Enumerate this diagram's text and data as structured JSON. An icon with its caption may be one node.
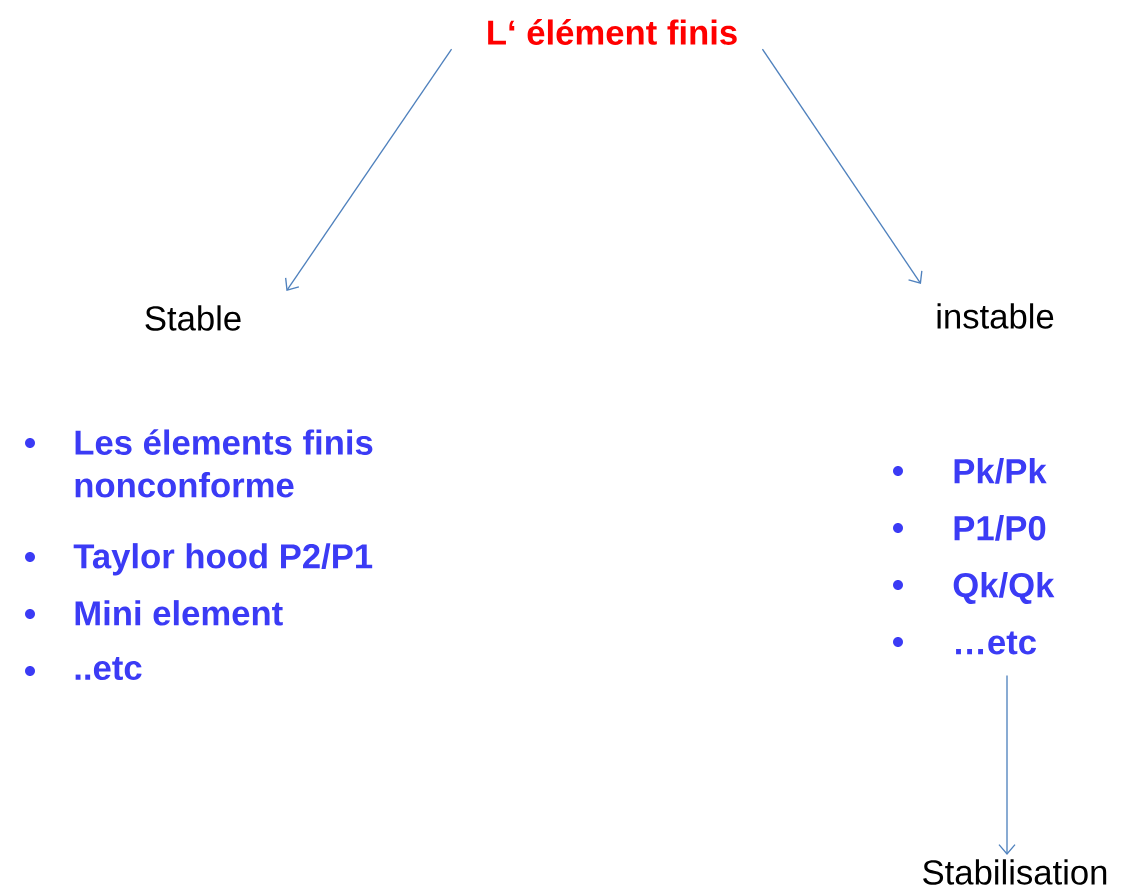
{
  "diagram": {
    "nodes": [
      {
        "text": [
          "L‘ élément finis"
        ]
      },
      {
        "text": [
          "Stable"
        ]
      },
      {
        "text": [
          "instable"
        ]
      },
      {
        "text": [
          "Pk/Pk",
          "P1/P0",
          "Qk/Qk",
          "…etc"
        ]
      },
      {
        "text": [
          "Stabilisation"
        ]
      }
    ],
    "edges": [
      {
        "from": 0,
        "to": 1,
        "arrow": "to"
      },
      {
        "from": 0,
        "to": 2,
        "arrow": "to"
      },
      {
        "from": 3,
        "to": 4,
        "arrow": "to"
      }
    ],
    "labels": [
      "Les élements finis nonconforme",
      "Taylor hood P2/P1",
      "Mini element",
      "..etc"
    ]
  }
}
